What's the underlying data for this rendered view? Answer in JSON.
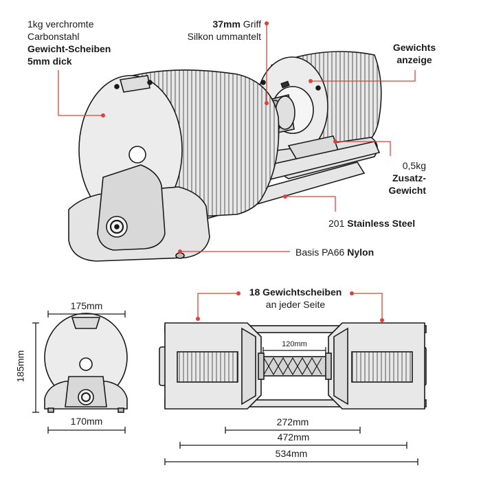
{
  "callouts": {
    "plates_material": {
      "line1": "1kg verchromte",
      "line2": "Carbonstahl",
      "line3": "Gewicht-Scheiben",
      "line4": "5mm dick"
    },
    "grip": {
      "bold": "37mm",
      "normal": " Griff",
      "line2": "Silkon ummantelt"
    },
    "weight_display": {
      "line1": "Gewichts",
      "line2": "anzeige"
    },
    "extra_weight": {
      "line1": "0,5kg",
      "line2": "Zusatz-",
      "line3": "Gewicht"
    },
    "steel": {
      "normal": "201 ",
      "bold": "Stainless Steel"
    },
    "base": {
      "normal": "Basis PA66 ",
      "bold": "Nylon"
    },
    "plates_count": {
      "bold": "18 Gewichtscheiben",
      "line2": "an jeder Seite"
    }
  },
  "dimensions": {
    "side_top_width": "175mm",
    "side_bottom_width": "170mm",
    "side_height": "185mm",
    "handle_length": "120mm",
    "inner_length": "272mm",
    "mid_length": "472mm",
    "total_length": "534mm"
  },
  "colors": {
    "accent": "#e0403a",
    "line": "#1a1a1a",
    "fill": "#ebebeb",
    "fill_dark": "#d4d4d4"
  }
}
